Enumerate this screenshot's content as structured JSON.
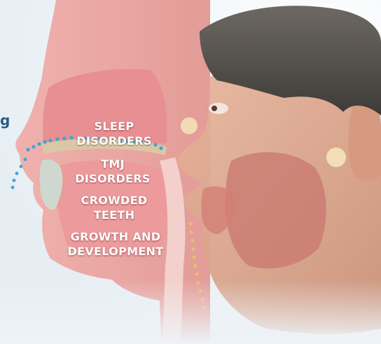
{
  "image": {
    "edge_text": "g",
    "labels": {
      "sleep": "SLEEP DISORDERS",
      "tmj": "TMJ DISORDERS",
      "teeth": "CROWDED TEETH",
      "growth_line1": "GROWTH AND",
      "growth_line2": "DEVELOPMENT"
    },
    "colors": {
      "background": "#eef3f7",
      "tissue": "#e9a3a0",
      "skin": "#d9a186",
      "hair": "#55524e",
      "airflow_dots": "#3aa7d8",
      "nerve_dots": "#e0c36a"
    }
  }
}
